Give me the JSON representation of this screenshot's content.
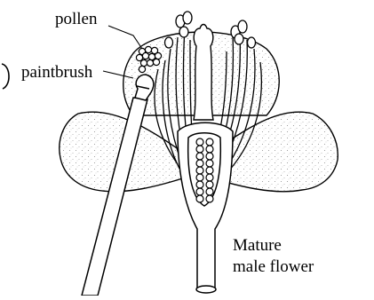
{
  "labels": {
    "pollen": "pollen",
    "paintbrush": "paintbrush",
    "caption_line1": "Mature",
    "caption_line2": "male flower"
  },
  "colors": {
    "ink": "#000000",
    "background": "#ffffff",
    "petal_stipple": "#8a8a8a"
  }
}
